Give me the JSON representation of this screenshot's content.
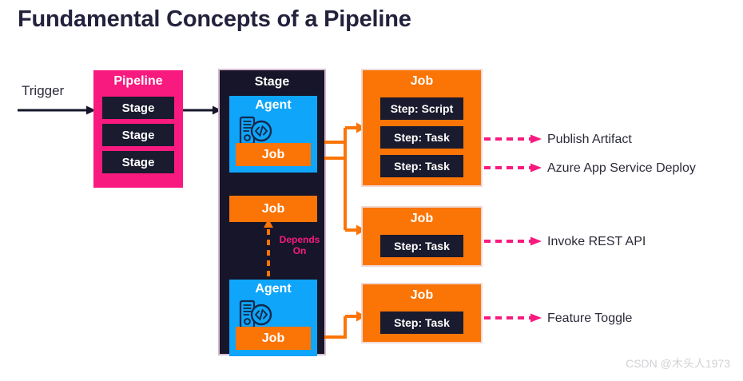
{
  "title": "Fundamental Concepts of a Pipeline",
  "trigger": {
    "label": "Trigger",
    "arrow_icon": "right-arrow-icon"
  },
  "pipeline": {
    "heading": "Pipeline",
    "stages": [
      {
        "label": "Stage"
      },
      {
        "label": "Stage"
      },
      {
        "label": "Stage"
      }
    ],
    "color": "#f81a7f"
  },
  "stage_column": {
    "heading": "Stage",
    "color": "#161529",
    "agents": [
      {
        "heading": "Agent",
        "icon": "server-code-icon",
        "color": "#0ea5fb",
        "job": {
          "label": "Job"
        }
      },
      {
        "heading": "Agent",
        "icon": "server-code-icon",
        "color": "#0ea5fb",
        "job": {
          "label": "Job"
        }
      }
    ],
    "standalone_job": {
      "label": "Job"
    },
    "depends_on": {
      "line1": "Depends",
      "line2": "On",
      "color": "#f81a7f",
      "arrow_icon": "dashed-up-arrow-icon"
    }
  },
  "jobs": [
    {
      "heading": "Job",
      "color": "#fa7506",
      "steps": [
        {
          "label": "Step: Script"
        },
        {
          "label": "Step: Task"
        },
        {
          "label": "Step: Task"
        }
      ]
    },
    {
      "heading": "Job",
      "color": "#fa7506",
      "steps": [
        {
          "label": "Step: Task"
        }
      ]
    },
    {
      "heading": "Job",
      "color": "#fa7506",
      "steps": [
        {
          "label": "Step: Task"
        }
      ]
    }
  ],
  "outputs": [
    {
      "label": "Publish Artifact"
    },
    {
      "label": "Azure App Service Deploy"
    },
    {
      "label": "Invoke REST API"
    },
    {
      "label": "Feature Toggle"
    }
  ],
  "watermark": "CSDN @木头人1973",
  "colors": {
    "pink": "#f81a7f",
    "orange": "#fa7506",
    "blue": "#0ea5fb",
    "dark": "#1b1b2f",
    "stage_bg": "#161529",
    "title": "#22223c"
  }
}
